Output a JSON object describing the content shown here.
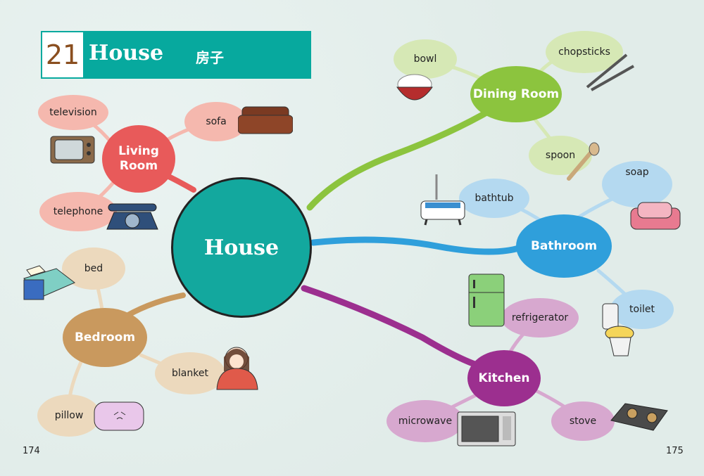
{
  "header": {
    "number": "21",
    "title": "House",
    "title_cn": "房子"
  },
  "center": "House",
  "colors": {
    "teal": "#13a89e",
    "living": "#e85a5a",
    "bedroom": "#c9995e",
    "dining": "#8cc43e",
    "bathroom": "#2f9fdb",
    "kitchen": "#9c2f8f"
  },
  "categories": [
    {
      "label": "Living Room",
      "items": [
        "television",
        "sofa",
        "telephone"
      ]
    },
    {
      "label": "Bedroom",
      "items": [
        "bed",
        "blanket",
        "pillow"
      ]
    },
    {
      "label": "Dining Room",
      "items": [
        "bowl",
        "chopsticks",
        "spoon"
      ]
    },
    {
      "label": "Bathroom",
      "items": [
        "bathtub",
        "soap",
        "toilet"
      ]
    },
    {
      "label": "Kitchen",
      "items": [
        "refrigerator",
        "microwave",
        "stove"
      ]
    }
  ],
  "pages": {
    "left": "174",
    "right": "175"
  }
}
